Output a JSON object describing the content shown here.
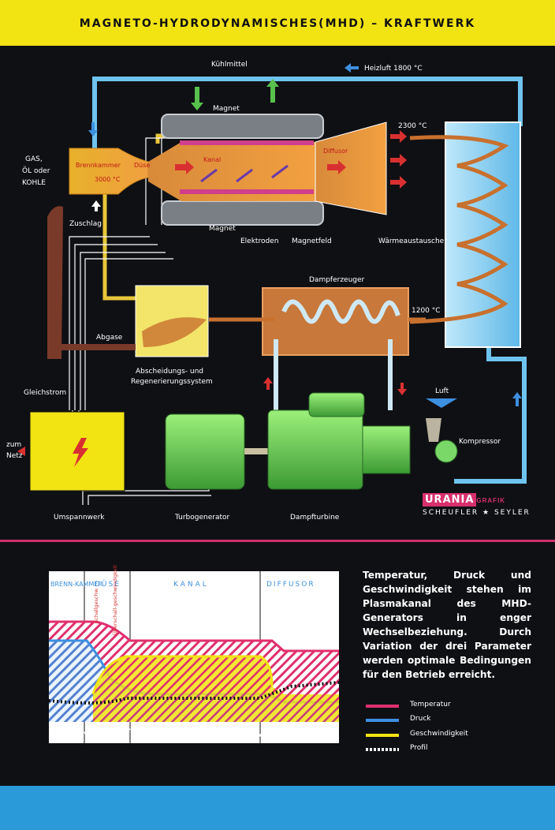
{
  "title": "MAGNETO-HYDRODYNAMISCHES(MHD) – KRAFTWERK",
  "diagram": {
    "labels": {
      "kuehlmittel": "Kühlmittel",
      "heizluft": "Heizluft 1800 °C",
      "magnet_top": "Magnet",
      "magnet_bottom": "Magnet",
      "fuel": [
        "GAS,",
        "ÖL oder",
        "KOHLE"
      ],
      "brennkammer": "Brennkammer",
      "temp_3000": "3000 °C",
      "duese": "Düse",
      "kanal": "Kanal",
      "diffusor": "Diffusor",
      "temp_2300": "2300 °C",
      "zuschlag": "Zuschlag",
      "elektroden": "Elektroden",
      "magnetfeld": "Magnetfeld",
      "waermeaustauscher": "Wärmeaustauscher",
      "dampferzeuger": "Dampferzeuger",
      "temp_1200": "1200 °C",
      "abgase": "Abgase",
      "abscheidung": [
        "Abscheidungs- und",
        "Regenerierungssystem"
      ],
      "gleichstrom": "Gleichstrom",
      "luft": "Luft",
      "kompressor": "Kompressor",
      "zum_netz": [
        "zum",
        "Netz"
      ],
      "umspannwerk": "Umspannwerk",
      "turbogenerator": "Turbogenerator",
      "dampfturbine": "Dampfturbine"
    },
    "colors": {
      "fluid_blue": "#6ec4ee",
      "hot_yellow": "#e8c63a",
      "engine_green": "#5cc84c",
      "coil_orange": "#c8702e",
      "ground": "#0f1014"
    }
  },
  "brand": {
    "main": "URANIA",
    "sub": "GRAFIK",
    "line": "SCHEUFLER ★ SEYLER"
  },
  "chart": {
    "sections": [
      "BRENN-KAMMER",
      "DÜSE",
      "KANAL",
      "DIFFUSOR"
    ],
    "vertical_notes": [
      "Schallgeschw.",
      "Überschall-geschwindigkeit"
    ],
    "paragraph": "Temperatur, Druck und Geschwindigkeit stehen im Plasmakanal des MHD-Generators in enger Wechselbeziehung. Durch Variation der drei Parameter werden optimale Bedingungen für den Betrieb erreicht.",
    "legend": [
      {
        "name": "Temperatur",
        "color": "#e0306d"
      },
      {
        "name": "Druck",
        "color": "#3d8fe0"
      },
      {
        "name": "Geschwindigkeit",
        "color": "#f2e313"
      },
      {
        "name": "Profil",
        "color": "#ffffff"
      }
    ]
  }
}
